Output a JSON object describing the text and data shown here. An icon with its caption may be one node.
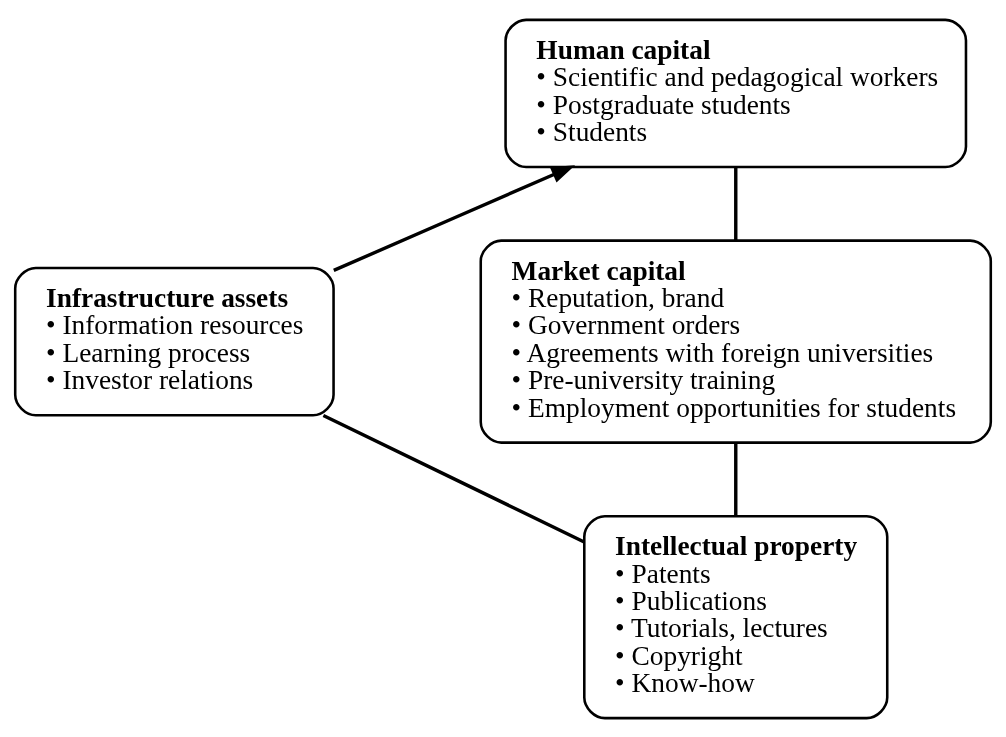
{
  "diagram": {
    "nodes": [
      {
        "text": [
          "Human capital",
          "• Scientific and pedagogical workers",
          "• Postgraduate students",
          "• Students"
        ]
      },
      {
        "text": [
          "Infrastructure assets",
          "• Information resources",
          "• Learning process",
          "• Investor relations"
        ]
      },
      {
        "text": [
          "Market capital",
          "• Reputation, brand",
          "• Government orders",
          "• Agreements with foreign universities",
          "• Pre-university training",
          "• Employment opportunities for students"
        ]
      },
      {
        "text": [
          "Intellectual property",
          "• Patents",
          "• Publications",
          "• Tutorials, lectures",
          "• Copyright",
          "• Know-how"
        ]
      }
    ],
    "edges": [
      {
        "from": 0,
        "to": 2,
        "arrow": "none"
      },
      {
        "from": 2,
        "to": 3,
        "arrow": "none"
      },
      {
        "from": 3,
        "to": 1,
        "arrow": "none"
      },
      {
        "from": 1,
        "to": 0,
        "arrow": "to"
      }
    ]
  }
}
